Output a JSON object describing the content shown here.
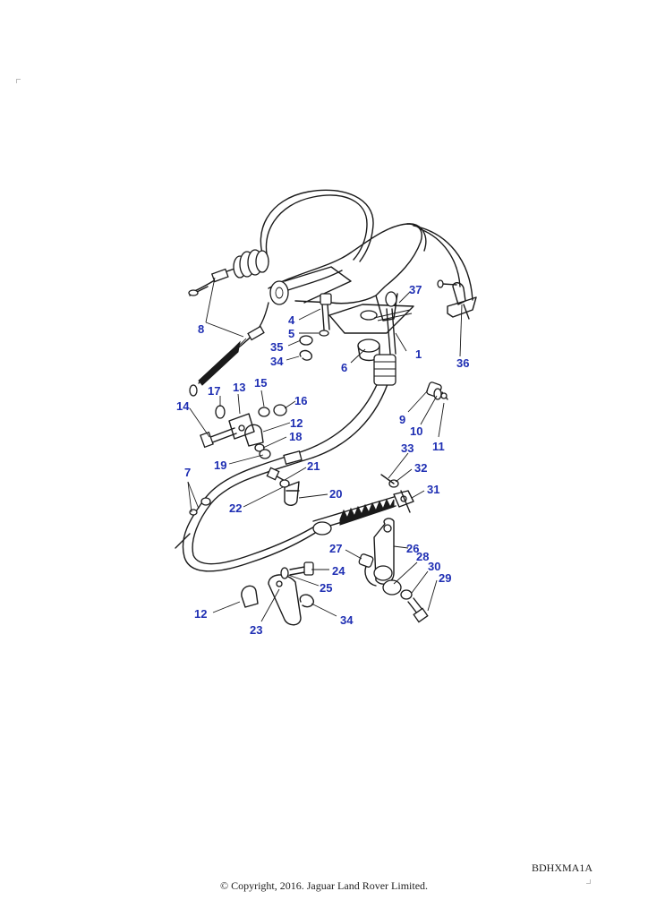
{
  "diagram": {
    "reference_code": "BDHXMA1A",
    "copyright": "© Copyright, 2016. Jaguar Land Rover Limited.",
    "callouts": [
      "1",
      "4",
      "5",
      "6",
      "7",
      "8",
      "9",
      "10",
      "11",
      "12",
      "12",
      "13",
      "14",
      "15",
      "16",
      "17",
      "18",
      "19",
      "20",
      "21",
      "22",
      "23",
      "24",
      "25",
      "26",
      "27",
      "28",
      "29",
      "30",
      "31",
      "32",
      "33",
      "34",
      "34",
      "35",
      "36",
      "37"
    ]
  }
}
